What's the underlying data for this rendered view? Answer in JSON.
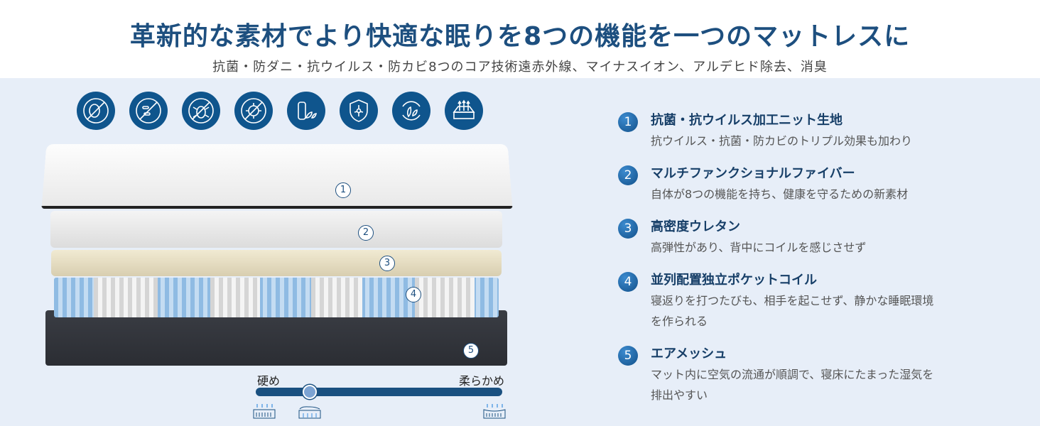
{
  "header": {
    "title": "革新的な素材でより快適な眠りを8つの機能を一つのマットレスに",
    "subtitle": "抗菌・防ダニ・抗ウイルス・防カビ8つのコア技術遠赤外線、マイナスイオン、アルデヒド除去、消臭"
  },
  "icons": [
    "no-germ-icon",
    "no-bacteria-icon",
    "no-mite-icon",
    "no-virus-icon",
    "far-infrared-roll-icon",
    "aldehyde-shield-icon",
    "eco-deodorize-icon",
    "breathable-mattress-icon"
  ],
  "layers": [
    "1",
    "2",
    "3",
    "4",
    "5"
  ],
  "firmness": {
    "hard_label": "硬め",
    "soft_label": "柔らかめ",
    "value": 0.22
  },
  "features": [
    {
      "num": "1",
      "title": "抗菌・抗ウイルス加工ニット生地",
      "desc": "抗ウイルス・抗菌・防カビのトリプル効果も加わり"
    },
    {
      "num": "2",
      "title": "マルチファンクショナルファイバー",
      "desc": "自体が8つの機能を持ち、健康を守るための新素材"
    },
    {
      "num": "3",
      "title": "高密度ウレタン",
      "desc": "高弾性があり、背中にコイルを感じさせず"
    },
    {
      "num": "4",
      "title": "並列配置独立ポケットコイル",
      "desc": "寝返りを打つたびも、相手を起こせず、静かな睡眠環境を作られる"
    },
    {
      "num": "5",
      "title": "エアメッシュ",
      "desc": "マット内に空気の流通が順調で、寝床にたまった湿気を排出やすい"
    }
  ],
  "colors": {
    "primary": "#1d4f7f",
    "background": "#e7eef8"
  }
}
